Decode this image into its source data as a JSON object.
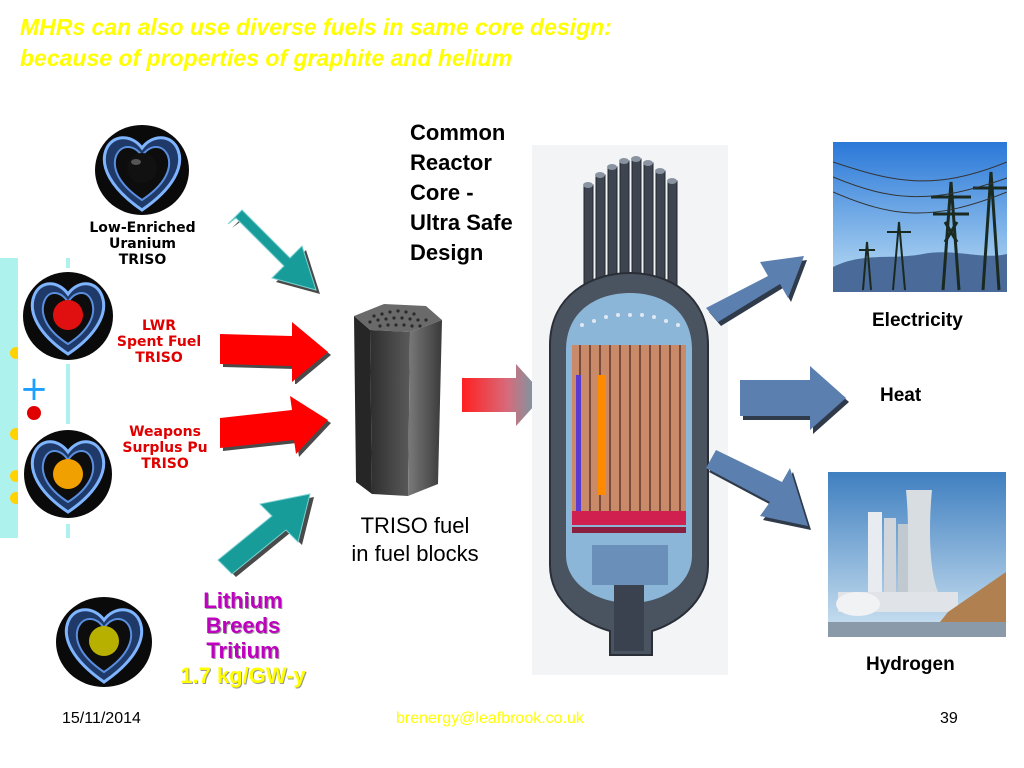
{
  "title": {
    "line1": "MHRs can also use diverse fuels in same core design:",
    "line2": "because of properties of graphite and helium"
  },
  "fuels": [
    {
      "line1": "Low-Enriched",
      "line2": "Uranium",
      "line3": "TRISO",
      "color": "#000000",
      "core_color": "#111111"
    },
    {
      "line1": "LWR",
      "line2": "Spent Fuel",
      "line3": "TRISO",
      "color": "#e00000",
      "core_color": "#e01010"
    },
    {
      "line1": "Weapons",
      "line2": "Surplus Pu",
      "line3": "TRISO",
      "color": "#e00000",
      "core_color": "#f0a000"
    },
    {
      "line1": "Lithium",
      "line2": "Breeds",
      "line3": "Tritium",
      "line4": "1.7 kg/GW-y",
      "color": "#c000c0",
      "rate_color": "#ffff00"
    }
  ],
  "core_label": {
    "line1": "Common",
    "line2": "Reactor",
    "line3": "Core -",
    "line4": "Ultra Safe",
    "line5": "Design"
  },
  "block_label": {
    "line1": "TRISO fuel",
    "line2": "in fuel blocks"
  },
  "outputs": {
    "electricity": "Electricity",
    "heat": "Heat",
    "hydrogen": "Hydrogen"
  },
  "footer": {
    "date": "15/11/2014",
    "email": "brenergy@leafbrook.co.uk",
    "page": "39"
  },
  "colors": {
    "title": "#ffff00",
    "teal_arrow": "#179c9a",
    "red_arrow": "#ff0000",
    "blue_arrow": "#5b7fae"
  }
}
